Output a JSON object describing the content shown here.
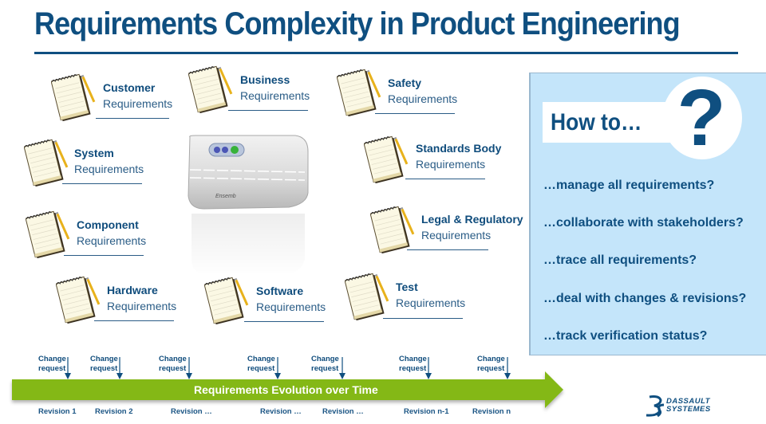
{
  "title": "Requirements Complexity in Product Engineering",
  "requirements": [
    {
      "type": "Customer",
      "suffix": "Requirements",
      "icon": "notepad-icon"
    },
    {
      "type": "Business",
      "suffix": "Requirements",
      "icon": "notepad-icon"
    },
    {
      "type": "Safety",
      "suffix": "Requirements",
      "icon": "notepad-icon"
    },
    {
      "type": "System",
      "suffix": "Requirements",
      "icon": "notepad-icon"
    },
    {
      "type": "Standards Body",
      "suffix": "Requirements",
      "icon": "notepad-icon"
    },
    {
      "type": "Component",
      "suffix": "Requirements",
      "icon": "notepad-icon"
    },
    {
      "type": "Legal & Regulatory",
      "suffix": "Requirements",
      "icon": "notepad-icon"
    },
    {
      "type": "Hardware",
      "suffix": "Requirements",
      "icon": "notepad-icon"
    },
    {
      "type": "Software",
      "suffix": "Requirements",
      "icon": "notepad-icon"
    },
    {
      "type": "Test",
      "suffix": "Requirements",
      "icon": "notepad-icon"
    }
  ],
  "product": {
    "icon": "product-device-image"
  },
  "panel": {
    "heading": "How to…",
    "question_mark": "?",
    "questions": [
      "…manage all requirements?",
      "…collaborate with stakeholders?",
      "…trace all requirements?",
      "…deal with changes & revisions?",
      "…track verification status?"
    ]
  },
  "timeline": {
    "label": "Requirements Evolution over Time",
    "change_requests": [
      {
        "line1": "Change",
        "line2": "request"
      },
      {
        "line1": "Change",
        "line2": "request"
      },
      {
        "line1": "Change",
        "line2": "request"
      },
      {
        "line1": "Change",
        "line2": "request"
      },
      {
        "line1": "Change",
        "line2": "request"
      },
      {
        "line1": "Change",
        "line2": "request"
      },
      {
        "line1": "Change",
        "line2": "request"
      }
    ],
    "revisions": [
      "Revision 1",
      "Revision 2",
      "Revision …",
      "Revision …",
      "Revision …",
      "Revision n-1",
      "Revision n"
    ],
    "colors": {
      "arrow": "#84b819",
      "text": "#0f4f80"
    }
  },
  "logo": {
    "line1": "DASSAULT",
    "line2": "SYSTEMES"
  }
}
